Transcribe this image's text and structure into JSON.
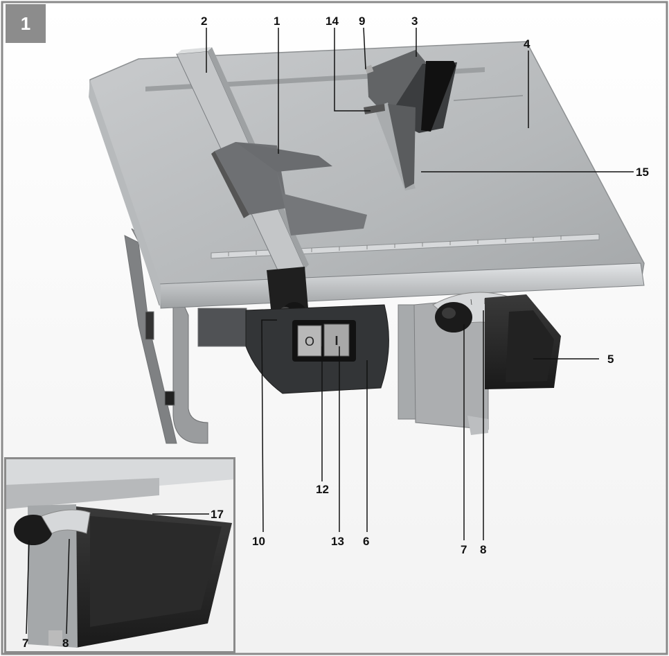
{
  "figure": {
    "number": "1",
    "callouts": {
      "c1": "1",
      "c2": "2",
      "c3": "3",
      "c4": "4",
      "c5": "5",
      "c6": "6",
      "c7": "7",
      "c8": "8",
      "c9": "9",
      "c10": "10",
      "c12": "12",
      "c13": "13",
      "c14": "14",
      "c15": "15",
      "c17": "17",
      "inset_c7": "7",
      "inset_c8": "8"
    },
    "switch": {
      "off_symbol": "O",
      "on_symbol": "I"
    }
  }
}
